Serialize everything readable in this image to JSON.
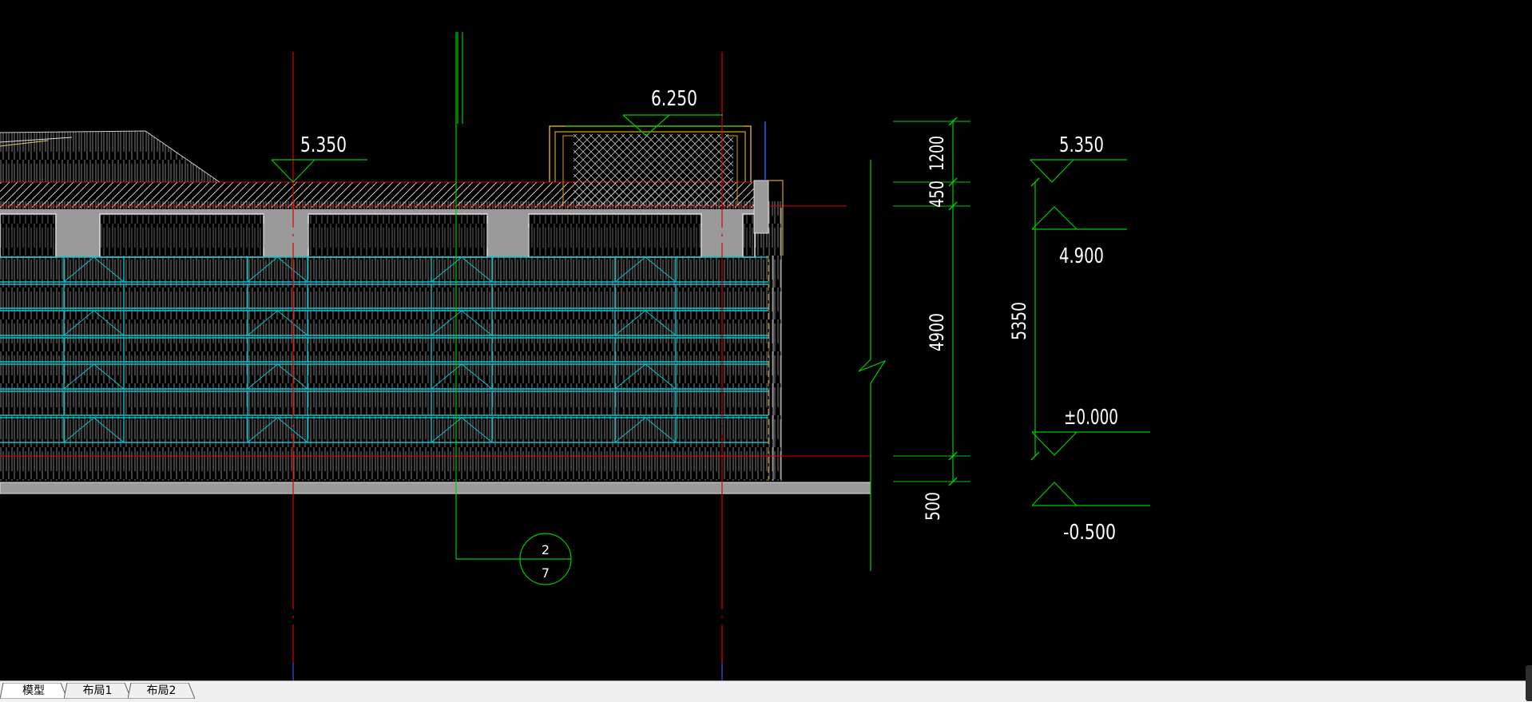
{
  "drawing": {
    "elevations": {
      "roof_left": "5.350",
      "parapet_top": "6.250",
      "right_top": "5.350",
      "right_floor": "4.900",
      "ground": "±0.000",
      "bottom": "-0.500"
    },
    "dimensions": {
      "d1200": "1200",
      "d450": "450",
      "d4900": "4900",
      "d500": "500",
      "d5350": "5350"
    },
    "detail_callout": {
      "number": "2",
      "sheet": "7"
    },
    "colors": {
      "background": "#000000",
      "dimension": "#00cc00",
      "axis": "#e00000",
      "cladding": "#00c8d0",
      "outline": "#d4a020",
      "hatch": "#bfbfbf",
      "text": "#ffffff"
    }
  },
  "layout_tabs": {
    "model": "模型",
    "layout1": "布局1",
    "layout2": "布局2"
  }
}
